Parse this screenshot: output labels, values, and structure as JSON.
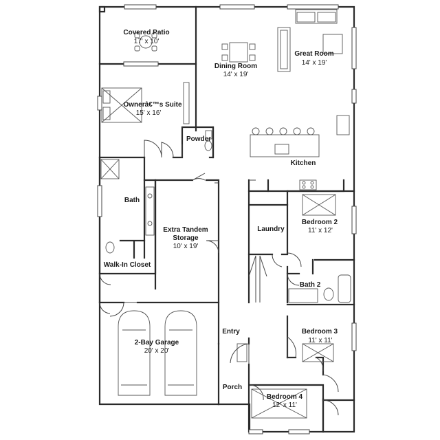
{
  "rooms": [
    {
      "id": "covered-patio",
      "name": "Covered Patio",
      "dims": "17' x 10'"
    },
    {
      "id": "great-room",
      "name": "Great Room",
      "dims": "14' x 19'"
    },
    {
      "id": "dining-room",
      "name": "Dining Room",
      "dims": "14' x 19'"
    },
    {
      "id": "owners-suite",
      "name": "Ownerâ€™s Suite",
      "dims": "15' x 16'"
    },
    {
      "id": "powder",
      "name": "Powder",
      "dims": ""
    },
    {
      "id": "kitchen",
      "name": "Kitchen",
      "dims": ""
    },
    {
      "id": "bath",
      "name": "Bath",
      "dims": ""
    },
    {
      "id": "extra-tandem-storage",
      "name": "Extra Tandem",
      "name2": "Storage",
      "dims": "10' x 19'"
    },
    {
      "id": "laundry",
      "name": "Laundry",
      "dims": ""
    },
    {
      "id": "bedroom-2",
      "name": "Bedroom 2",
      "dims": "11' x 12'"
    },
    {
      "id": "walk-in-closet",
      "name": "Walk-In Closet",
      "dims": ""
    },
    {
      "id": "bath-2",
      "name": "Bath 2",
      "dims": ""
    },
    {
      "id": "entry",
      "name": "Entry",
      "dims": ""
    },
    {
      "id": "bedroom-3",
      "name": "Bedroom 3",
      "dims": "11' x 11'"
    },
    {
      "id": "garage",
      "name": "2-Bay Garage",
      "dims": "20' x 20'"
    },
    {
      "id": "porch",
      "name": "Porch",
      "dims": ""
    },
    {
      "id": "bedroom-4",
      "name": "Bedroom 4",
      "dims": "12' x 11'"
    }
  ]
}
